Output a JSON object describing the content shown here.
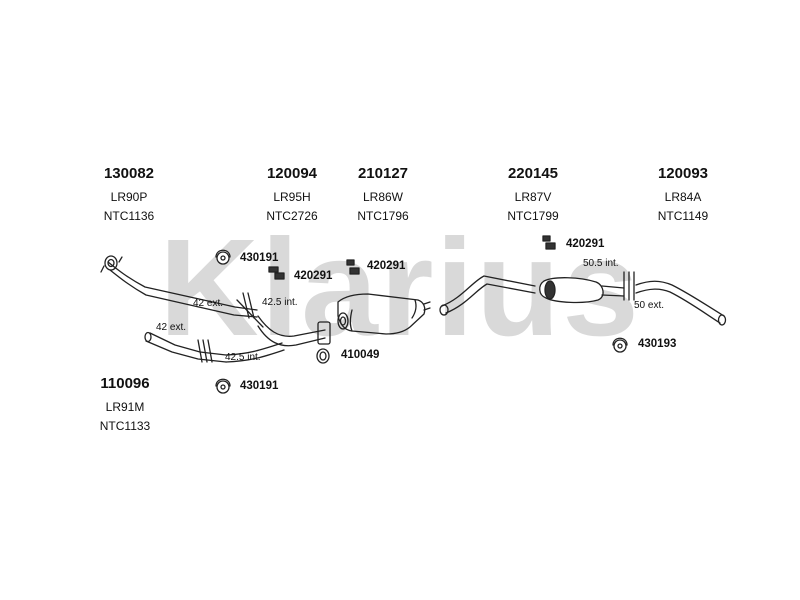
{
  "watermark": {
    "text": "Klarius",
    "color": "#d9d9d9"
  },
  "colors": {
    "line": "#222222",
    "fill": "#ffffff",
    "dark": "#333333"
  },
  "parts": [
    {
      "number": "130082",
      "code1": "LR90P",
      "code2": "NTC1136"
    },
    {
      "number": "120094",
      "code1": "LR95H",
      "code2": "NTC2726"
    },
    {
      "number": "210127",
      "code1": "LR86W",
      "code2": "NTC1796"
    },
    {
      "number": "220145",
      "code1": "LR87V",
      "code2": "NTC1799"
    },
    {
      "number": "120093",
      "code1": "LR84A",
      "code2": "NTC1149"
    },
    {
      "number": "110096",
      "code1": "LR91M",
      "code2": "NTC1133"
    }
  ],
  "accessories": [
    {
      "number": "430191",
      "icon": "hanger-icon"
    },
    {
      "number": "420291",
      "icon": "clamp-icon"
    },
    {
      "number": "420291",
      "icon": "clamp-icon"
    },
    {
      "number": "420291",
      "icon": "clamp-icon"
    },
    {
      "number": "410049",
      "icon": "ring-icon"
    },
    {
      "number": "430193",
      "icon": "hanger-icon"
    },
    {
      "number": "430191",
      "icon": "hanger-icon"
    }
  ],
  "dimensions": [
    "42 ext.",
    "42.5 int.",
    "42 ext.",
    "42.5 int.",
    "50.5 int.",
    "50 ext."
  ]
}
